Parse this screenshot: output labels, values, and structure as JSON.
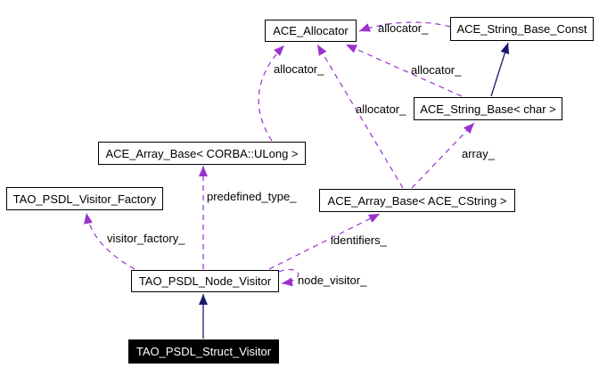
{
  "diagram": {
    "type": "collaboration-graph",
    "nodes": [
      {
        "id": "ace-allocator",
        "label": "ACE_Allocator"
      },
      {
        "id": "ace-string-base-const",
        "label": "ACE_String_Base_Const"
      },
      {
        "id": "ace-string-base-char",
        "label": "ACE_String_Base< char >"
      },
      {
        "id": "ace-array-base-corba-ulong",
        "label": "ACE_Array_Base< CORBA::ULong >"
      },
      {
        "id": "tao-psdl-visitor-factory",
        "label": "TAO_PSDL_Visitor_Factory"
      },
      {
        "id": "ace-array-base-ace-cstring",
        "label": "ACE_Array_Base< ACE_CString >"
      },
      {
        "id": "tao-psdl-node-visitor",
        "label": "TAO_PSDL_Node_Visitor"
      },
      {
        "id": "tao-psdl-struct-visitor",
        "label": "TAO_PSDL_Struct_Visitor",
        "current": true
      }
    ],
    "edges": [
      {
        "from": "ace-array-base-corba-ulong",
        "to": "ace-allocator",
        "label": "allocator_",
        "style": "dashed"
      },
      {
        "from": "ace-array-base-ace-cstring",
        "to": "ace-allocator",
        "label": "allocator_",
        "style": "dashed"
      },
      {
        "from": "ace-string-base-char",
        "to": "ace-allocator",
        "label": "allocator_",
        "style": "dashed"
      },
      {
        "from": "ace-string-base-const",
        "to": "ace-allocator",
        "label": "allocator_",
        "style": "dashed"
      },
      {
        "from": "ace-array-base-ace-cstring",
        "to": "ace-string-base-char",
        "label": "array_",
        "style": "dashed"
      },
      {
        "from": "tao-psdl-node-visitor",
        "to": "ace-array-base-corba-ulong",
        "label": "predefined_type_",
        "style": "dashed"
      },
      {
        "from": "tao-psdl-node-visitor",
        "to": "tao-psdl-visitor-factory",
        "label": "visitor_factory_",
        "style": "dashed"
      },
      {
        "from": "tao-psdl-node-visitor",
        "to": "ace-array-base-ace-cstring",
        "label": "identifiers_",
        "style": "dashed"
      },
      {
        "from": "tao-psdl-node-visitor",
        "to": "tao-psdl-node-visitor",
        "label": "node_visitor_",
        "style": "dashed"
      },
      {
        "from": "ace-string-base-char",
        "to": "ace-string-base-const",
        "label": "",
        "style": "solid-inheritance"
      },
      {
        "from": "tao-psdl-struct-visitor",
        "to": "tao-psdl-node-visitor",
        "label": "",
        "style": "solid-inheritance"
      }
    ],
    "colors": {
      "dashed_edge": "#9a32cd",
      "solid_edge": "#191970",
      "node_border": "#000000",
      "node_bg": "#ffffff",
      "current_node_bg": "#000000",
      "current_node_text": "#ffffff",
      "label_text": "#000000",
      "background": "#ffffff"
    }
  }
}
